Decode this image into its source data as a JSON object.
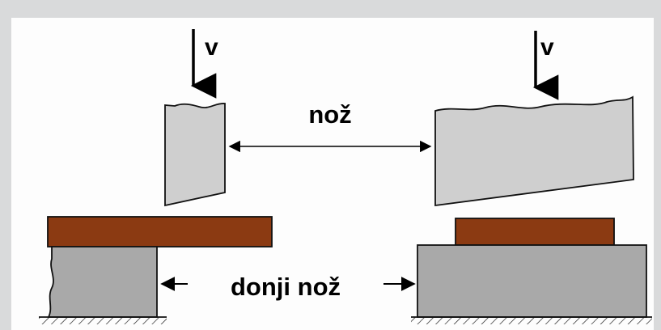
{
  "labels": {
    "velocity_left": "v",
    "velocity_right": "v",
    "upper_knife": "nož",
    "lower_knife": "donji nož"
  },
  "colors": {
    "background": "#fdfdfd",
    "frame_grey": "#d9dadb",
    "knife_fill": "#cfcfcf",
    "lower_knife_fill": "#a9a9a9",
    "sheet_fill": "#8b3a12",
    "outline": "#111111"
  }
}
